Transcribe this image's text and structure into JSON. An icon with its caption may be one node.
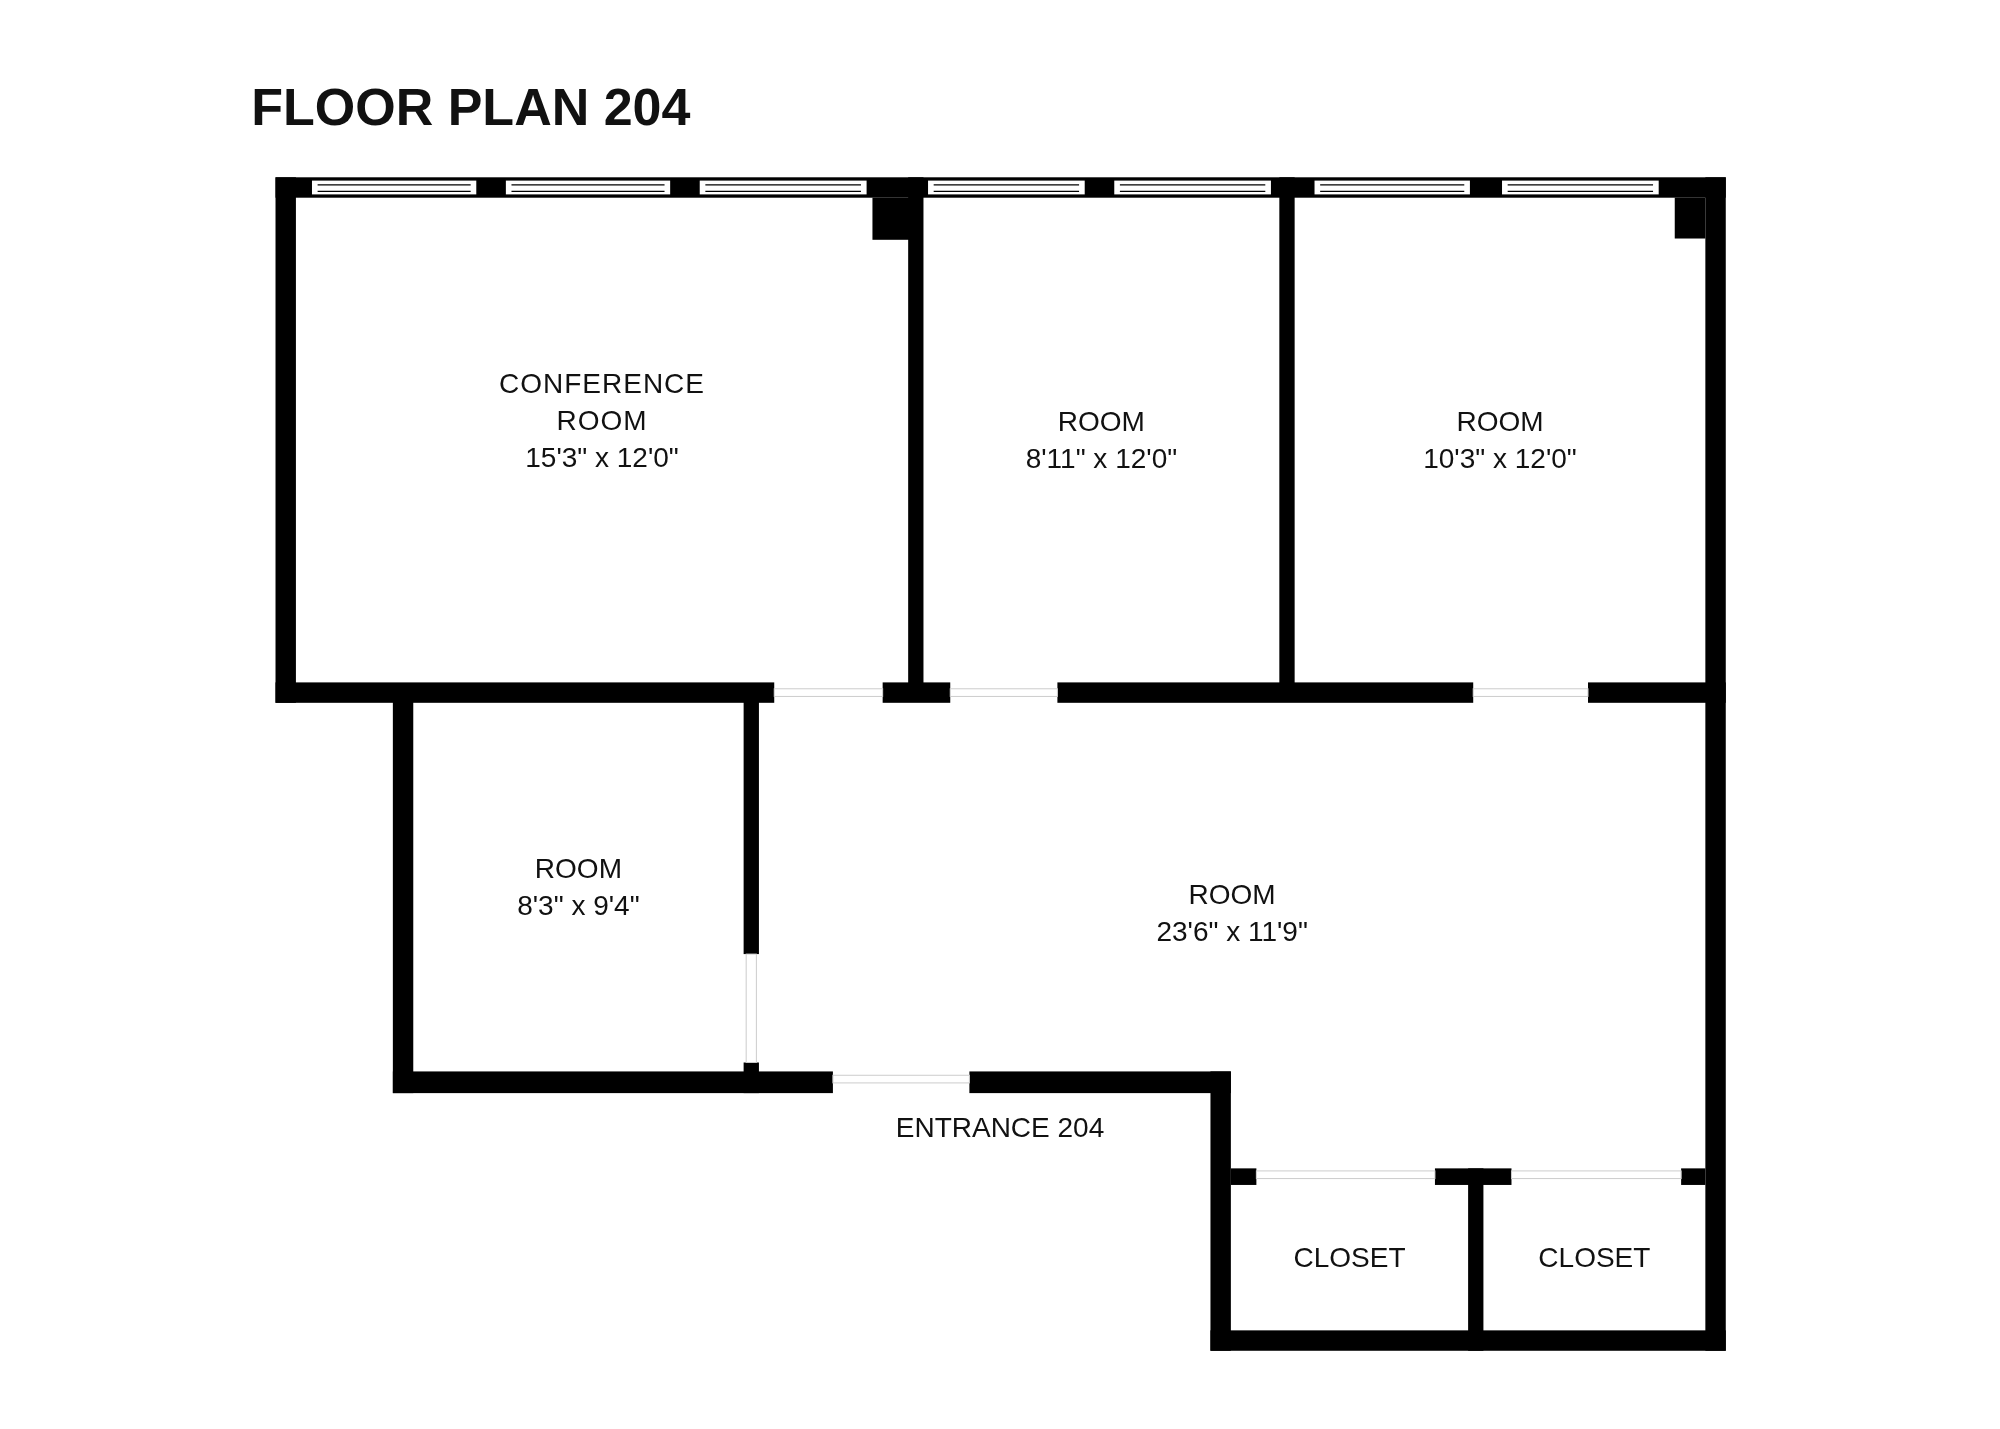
{
  "diagram": {
    "title": "FLOOR PLAN 204",
    "nodes": [
      {
        "text": [
          "CONFERENCE ROOM",
          "15'3\" x 12'0\""
        ]
      },
      {
        "text": [
          "ROOM",
          "8'11\" x 12'0\""
        ]
      },
      {
        "text": [
          "ROOM",
          "10'3\" x 12'0\""
        ]
      },
      {
        "text": [
          "ROOM",
          "8'3\" x 9'4\""
        ]
      },
      {
        "text": [
          "ROOM",
          "23'6\" x 11'9\""
        ]
      },
      {
        "text": [
          "CLOSET"
        ]
      },
      {
        "text": [
          "CLOSET"
        ]
      }
    ],
    "labels": [
      "ENTRANCE 204"
    ]
  }
}
